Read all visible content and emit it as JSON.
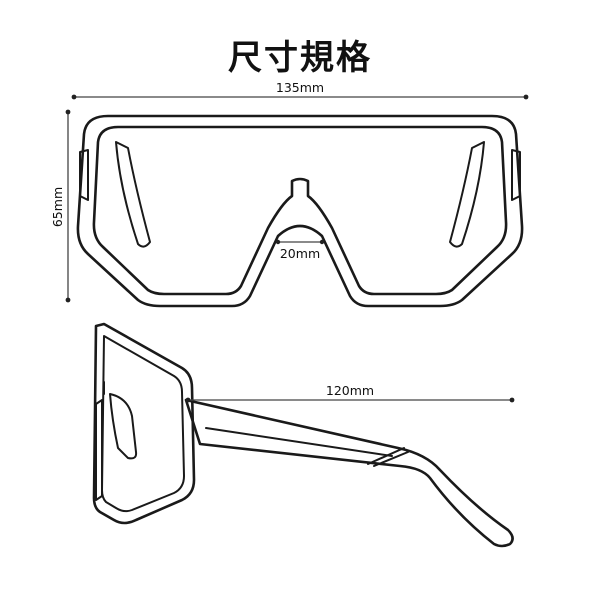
{
  "title": "尺寸規格",
  "dimensions": {
    "width": "135mm",
    "height": "65mm",
    "bridge": "20mm",
    "temple_length": "120mm"
  },
  "colors": {
    "line": "#1a1a1a",
    "background": "#ffffff"
  }
}
